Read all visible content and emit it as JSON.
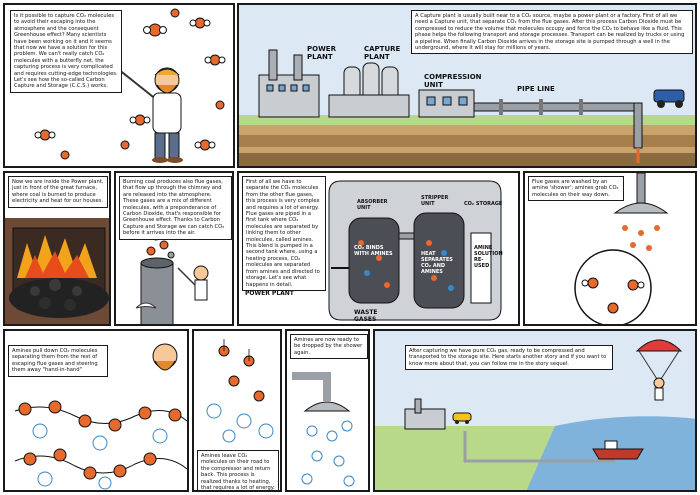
{
  "panels": {
    "p1": {
      "text": "Is it possible to capture CO₂ molecules to avoid their escaping into the atmosphere and the consequent Greenhouse effect? Many scientists have been working on it and it seems that now we have a solution for this problem. We can't really catch CO₂ molecules with a butterfly net, the capturing process is very complicated and requires cutting-edge technologies. Let's see how the so-called Carbon Capture and Storage (C.C.S.) works."
    },
    "p2": {
      "text": "A Capture plant is usually built near to a CO₂ source, maybe a power plant or a factory. First of all we need a Capture unit, that separate CO₂ from the flue gases. After this process Carbon Dioxide must be compressed to reduce the volume that molecules occupy and force the CO₂ to behave like a fluid. This phase helps the following transport and storage processes. Transport can be realized by trucks or using a pipeline. When finally Carbon Dioxide arrives in the storage site is pumped through a well in the underground, where it will stay for millions of years.",
      "labels": {
        "power_plant": "POWER\nPLANT",
        "capture_plant": "CAPTURE\nPLANT",
        "compression_unit": "COMPRESSION\nUNIT",
        "pipe_line": "PIPE LINE"
      }
    },
    "p3": {
      "text": "Now we are inside the Power plant, just in front of the great furnace, where coal is burned to produce electricity and heat for our houses."
    },
    "p4": {
      "text": "Burning coal produces also flue gases, that flow up through the chimney and are released into the atmosphere. These gases are a mix of different molecules, with a preponderance of Carbon Dioxide, that's responsible for Greenhouse effect. Thanks to Carbon Capture and Storage we can catch CO₂ before it arrives into the air."
    },
    "p5": {
      "text": "First of all we have to separate the CO₂ molecules from the other flue gases, this process is very complex and requires a lot of energy. Flue gases are piped in a first tank where CO₂ molecules are separated by linking them to other molecules, called amines. This blend is pumped in a second tank where, using a heating process, CO₂ molecules are separated from amines and directed to storage. Let's see what happens in detail.",
      "labels": {
        "absorber": "ABSORBER\nUNIT",
        "stripper": "STRIPPER\nUNIT",
        "co2_storage": "CO₂ STORAGE",
        "binds": "CO₂ BINDS\nWITH AMINES",
        "heat": "HEAT\nSEPARATES\nCO₂ AND\nAMINES",
        "amine_solution": "AMINE SOLUTION\nRE-USED",
        "gases_from": "GASES\nFROM\nPOWER PLANT",
        "waste": "WASTE\nGASES"
      }
    },
    "p6": {
      "text": "Flue gases are washed by an amine 'shower': amines grab CO₂ molecules on their way down."
    },
    "p7": {
      "text": "Amines pull down CO₂ molecules separating them from the rest of escaping flue gases and steering them away \"hand-in-hand\""
    },
    "p8": {
      "text": "Amines leave CO₂ molecules on their road to the compressor and return back. This process is realized thanks to heating, that requires a lot of energy."
    },
    "p9": {
      "text": "Amines are now ready to be dropped by the shower again."
    },
    "p10": {
      "text": "After capturing we have pure CO₂ gas, ready to be compressed and transported to the storage site. Here starts another story and if you want to know more about that, you can follow me in the story sequel."
    }
  },
  "colors": {
    "co2": "#e8692e",
    "amine": "#3a86c8",
    "sky": "#dce9f5",
    "fire": "#f3a21b",
    "pipe": "#9aa0a6",
    "grass": "#b8d98a"
  }
}
